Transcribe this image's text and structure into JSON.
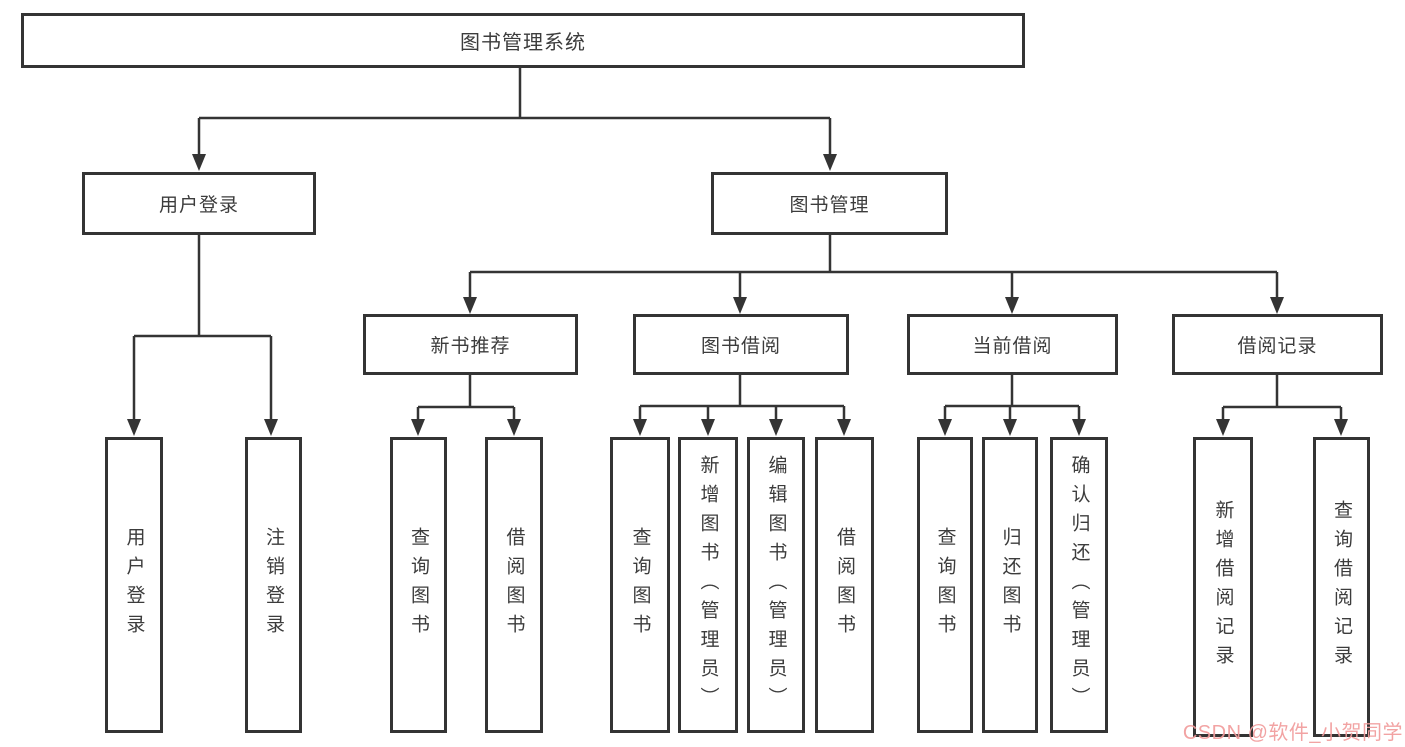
{
  "diagram_title": "图书管理系统",
  "colors": {
    "line": "#343434",
    "text": "#3c3c3c",
    "box_background": "#ffffff",
    "watermark": "#f19c9c"
  },
  "tree": {
    "label": "图书管理系统",
    "children": [
      {
        "label": "用户登录",
        "children": [
          {
            "label": "用户登录"
          },
          {
            "label": "注销登录"
          }
        ]
      },
      {
        "label": "图书管理",
        "children": [
          {
            "label": "新书推荐",
            "children": [
              {
                "label": "查询图书"
              },
              {
                "label": "借阅图书"
              }
            ]
          },
          {
            "label": "图书借阅",
            "children": [
              {
                "label": "查询图书"
              },
              {
                "label": "新增图书（管理员）"
              },
              {
                "label": "编辑图书（管理员）"
              },
              {
                "label": "借阅图书"
              }
            ]
          },
          {
            "label": "当前借阅",
            "children": [
              {
                "label": "查询图书"
              },
              {
                "label": "归还图书"
              },
              {
                "label": "确认归还（管理员）"
              }
            ]
          },
          {
            "label": "借阅记录",
            "children": [
              {
                "label": "新增借阅记录"
              },
              {
                "label": "查询借阅记录"
              }
            ]
          }
        ]
      }
    ]
  },
  "watermark": {
    "text": "CSDN @软件_小贺同学"
  }
}
